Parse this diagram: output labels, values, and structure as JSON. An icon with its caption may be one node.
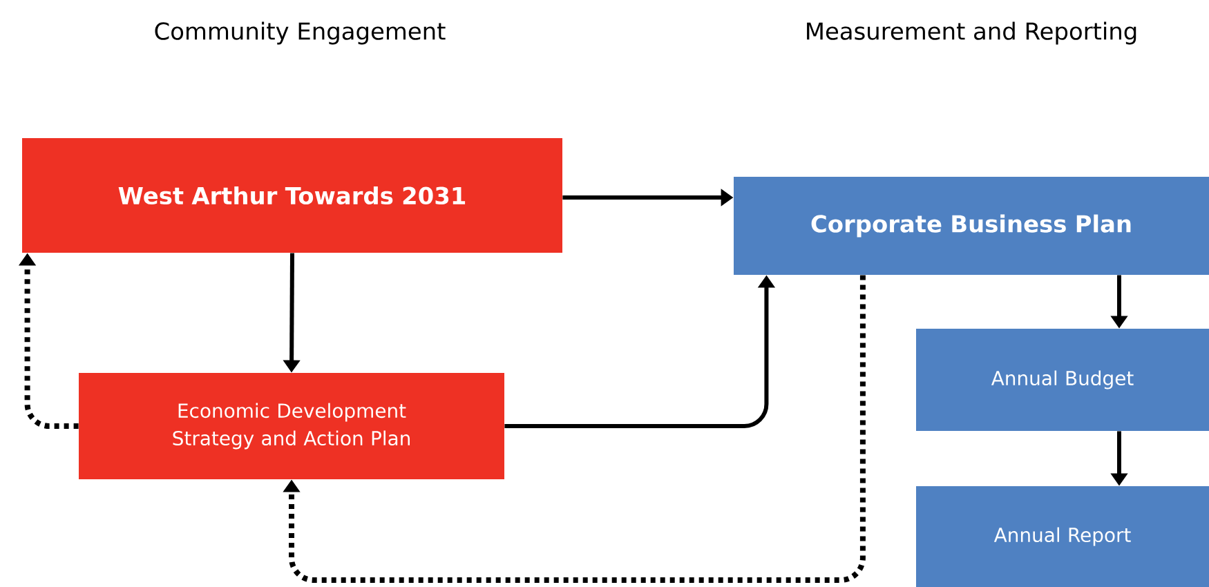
{
  "diagram": {
    "nodes": [
      {
        "text": [
          "West Arthur Towards 2031"
        ]
      },
      {
        "text": [
          "Corporate Business Plan"
        ]
      },
      {
        "text": [
          "Economic Development Strategy and Action Plan"
        ]
      },
      {
        "text": [
          "Annual Budget"
        ]
      },
      {
        "text": [
          "Annual Report"
        ]
      }
    ],
    "edges": [
      {
        "from": 0,
        "to": 1,
        "arrow": "to"
      },
      {
        "from": 0,
        "to": 2,
        "arrow": "to"
      },
      {
        "from": 2,
        "to": 0,
        "arrow": "to",
        "style": "dashed"
      },
      {
        "from": 2,
        "to": 1,
        "arrow": "to"
      },
      {
        "from": 1,
        "to": 2,
        "arrow": "to",
        "style": "dashed"
      },
      {
        "from": 1,
        "to": 3,
        "arrow": "to"
      },
      {
        "from": 3,
        "to": 4,
        "arrow": "to"
      }
    ],
    "labels": [
      "Community Engagement",
      "Measurement and Reporting"
    ]
  }
}
